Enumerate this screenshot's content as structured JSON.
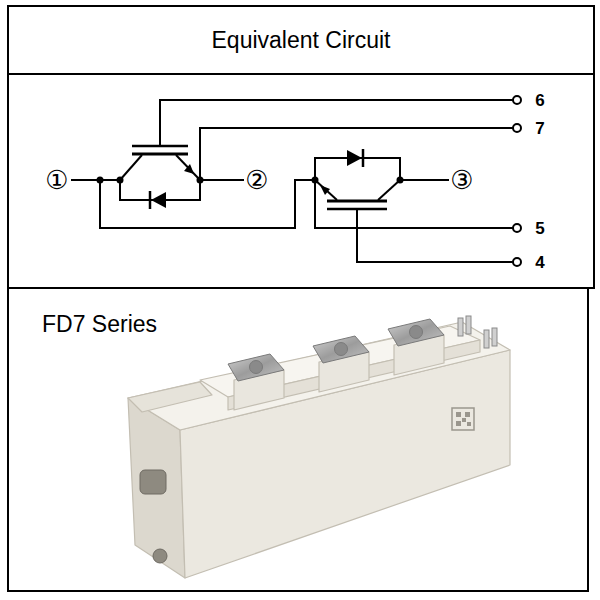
{
  "diagram": {
    "nodes": [
      {
        "text": [
          "Equivalent Circuit"
        ]
      },
      {
        "text": [
          "FD7 Series"
        ]
      }
    ],
    "labels": [
      "6",
      "7",
      "①",
      "②",
      "③",
      "5",
      "4"
    ]
  }
}
